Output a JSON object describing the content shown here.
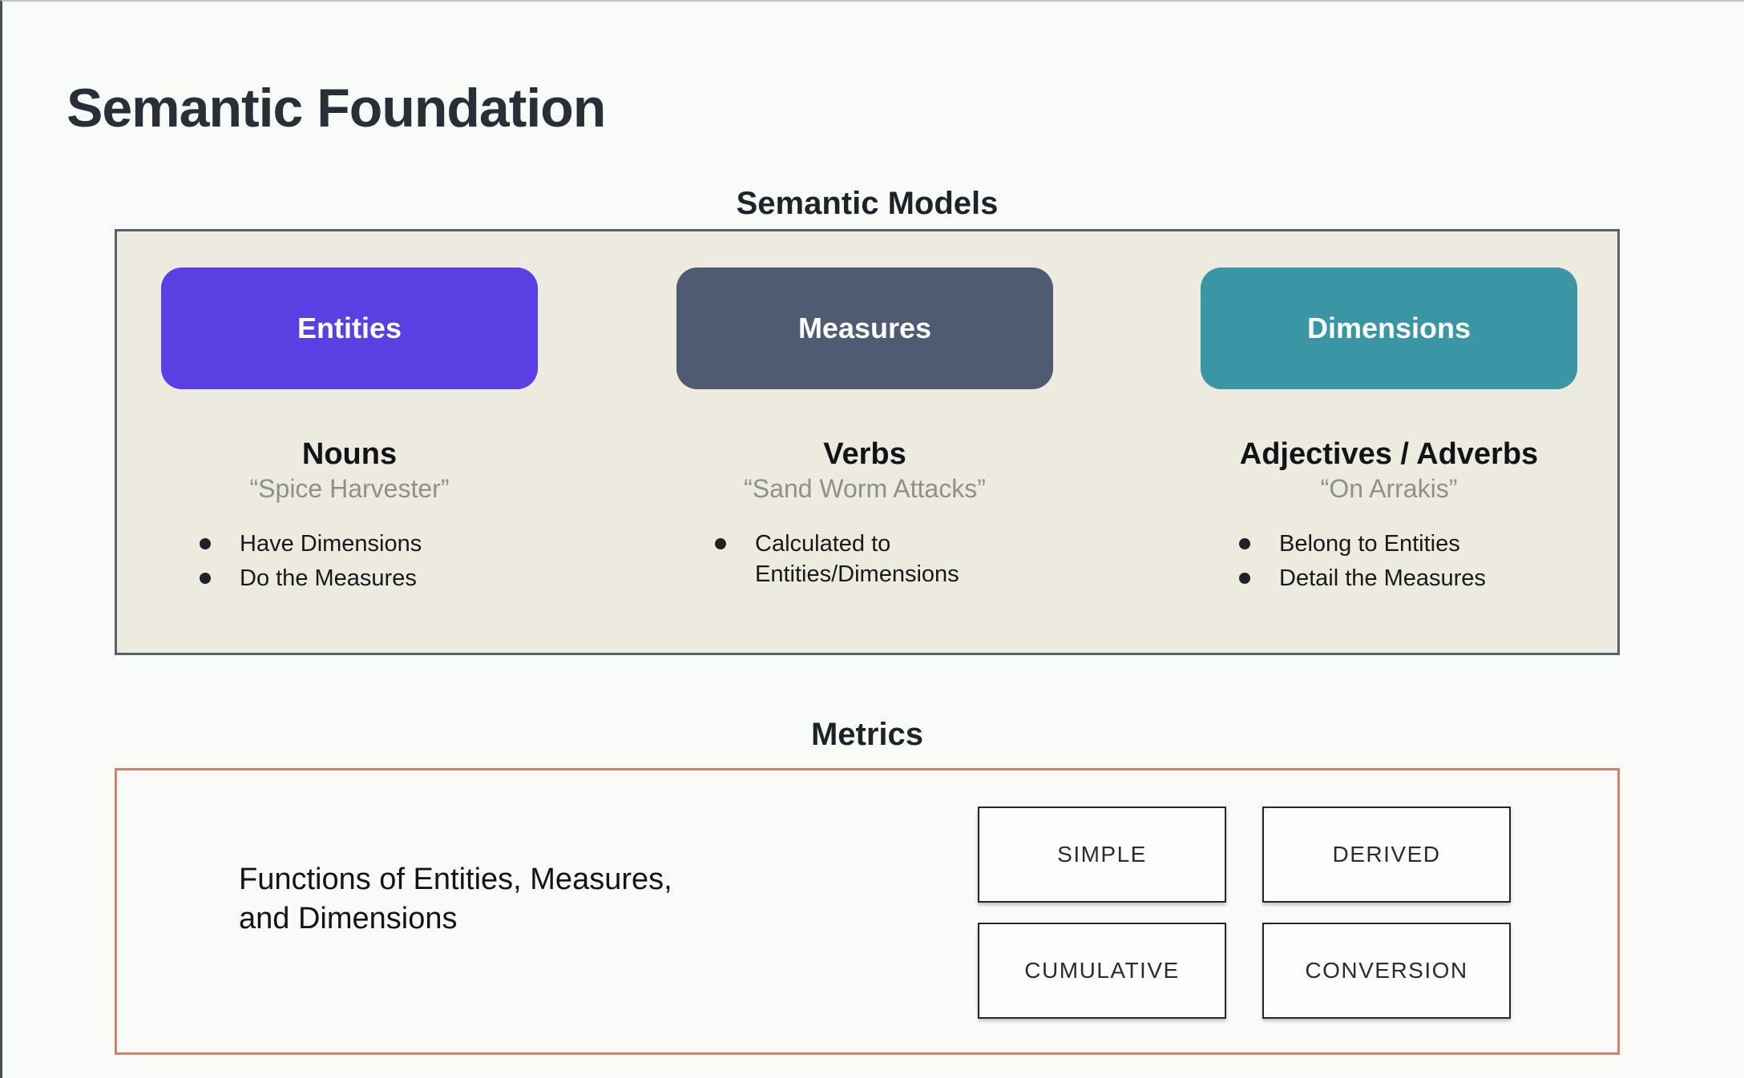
{
  "page": {
    "title": "Semantic Foundation"
  },
  "semantic_models": {
    "label": "Semantic Models",
    "panel_bg": "#edebdf",
    "panel_border": "#596069",
    "columns": [
      {
        "button": "Entities",
        "color": "#5a3fe3",
        "heading": "Nouns",
        "quote": "“Spice Harvester”",
        "bullets": [
          "Have Dimensions",
          "Do the Measures"
        ]
      },
      {
        "button": "Measures",
        "color": "#4e5b72",
        "heading": "Verbs",
        "quote": "“Sand Worm Attacks”",
        "bullets": [
          "Calculated to Entities/Dimensions"
        ]
      },
      {
        "button": "Dimensions",
        "color": "#3a96a3",
        "heading": "Adjectives / Adverbs",
        "quote": "“On Arrakis”",
        "bullets": [
          "Belong to Entities",
          "Detail the Measures"
        ]
      }
    ]
  },
  "metrics": {
    "label": "Metrics",
    "panel_border": "#d0826a",
    "description_lines": [
      "Functions of Entities, Measures,",
      "and Dimensions"
    ],
    "types": [
      "SIMPLE",
      "DERIVED",
      "CUMULATIVE",
      "CONVERSION"
    ]
  }
}
